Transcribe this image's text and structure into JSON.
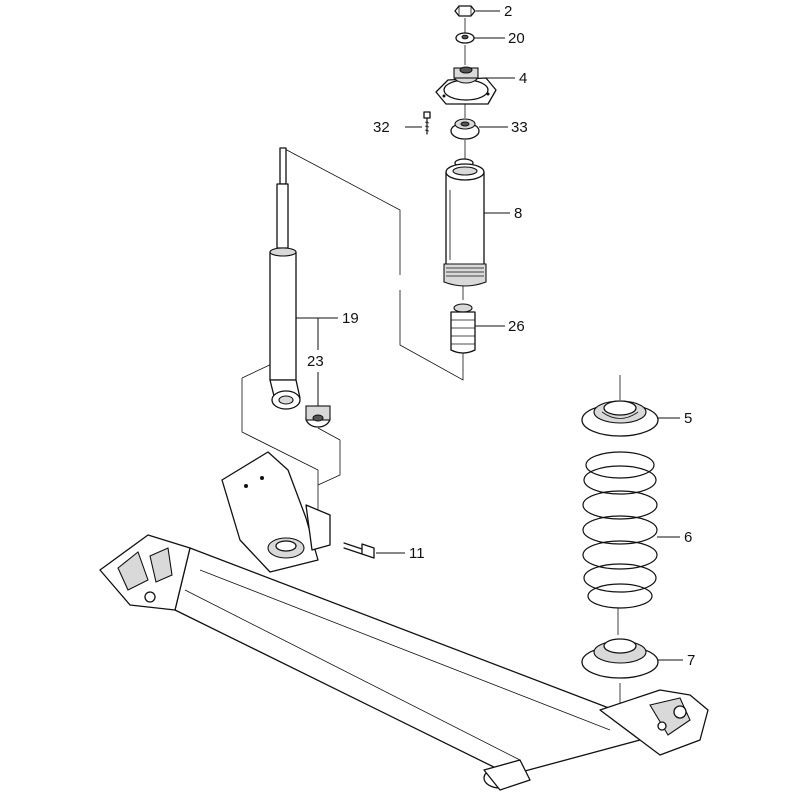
{
  "callouts": {
    "c2": "2",
    "c20": "20",
    "c4": "4",
    "c32": "32",
    "c33": "33",
    "c8": "8",
    "c19": "19",
    "c23": "23",
    "c26": "26",
    "c5": "5",
    "c6": "6",
    "c11": "11",
    "c7": "7"
  }
}
